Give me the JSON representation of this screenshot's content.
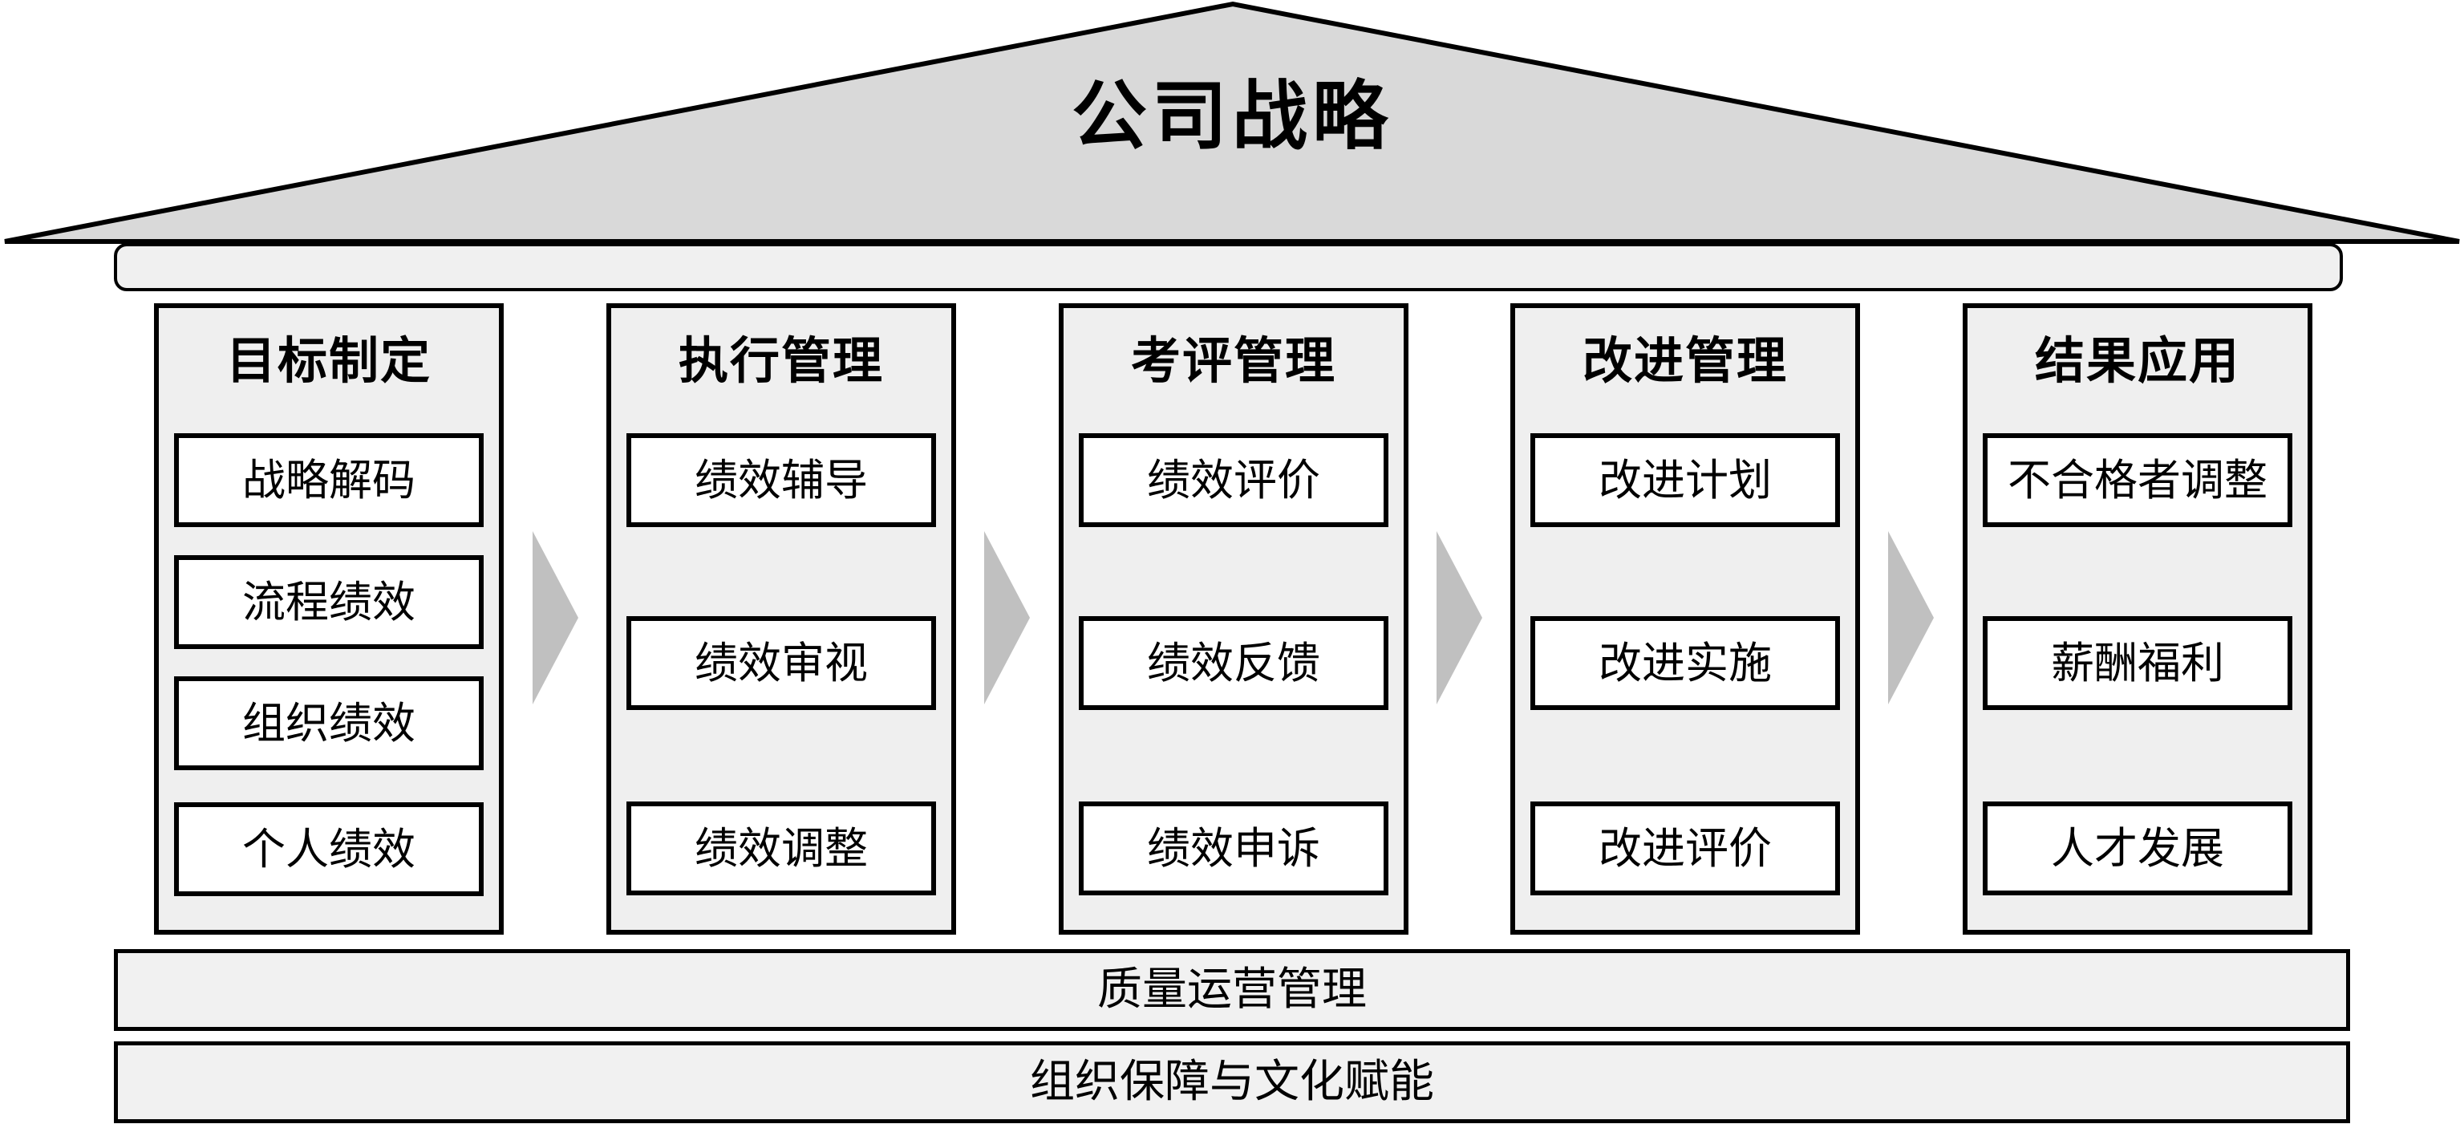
{
  "roof": {
    "title": "公司战略"
  },
  "pillars": [
    {
      "title": "目标制定",
      "items": [
        "战略解码",
        "流程绩效",
        "组织绩效",
        "个人绩效"
      ]
    },
    {
      "title": "执行管理",
      "items": [
        "绩效辅导",
        "绩效审视",
        "绩效调整"
      ]
    },
    {
      "title": "考评管理",
      "items": [
        "绩效评价",
        "绩效反馈",
        "绩效申诉"
      ]
    },
    {
      "title": "改进管理",
      "items": [
        "改进计划",
        "改进实施",
        "改进评价"
      ]
    },
    {
      "title": "结果应用",
      "items": [
        "不合格者调整",
        "薪酬福利",
        "人才发展"
      ]
    }
  ],
  "foundation": [
    "质量运营管理",
    "组织保障与文化赋能"
  ],
  "colors": {
    "roof_fill": "#d9d9d9",
    "beam_fill": "#f0f0f0",
    "pillar_fill": "#efefef",
    "box_fill": "#ffffff",
    "arrow_fill": "#c0c0c0",
    "foundation_fill": "#f1f1f1",
    "line": "#000000"
  }
}
